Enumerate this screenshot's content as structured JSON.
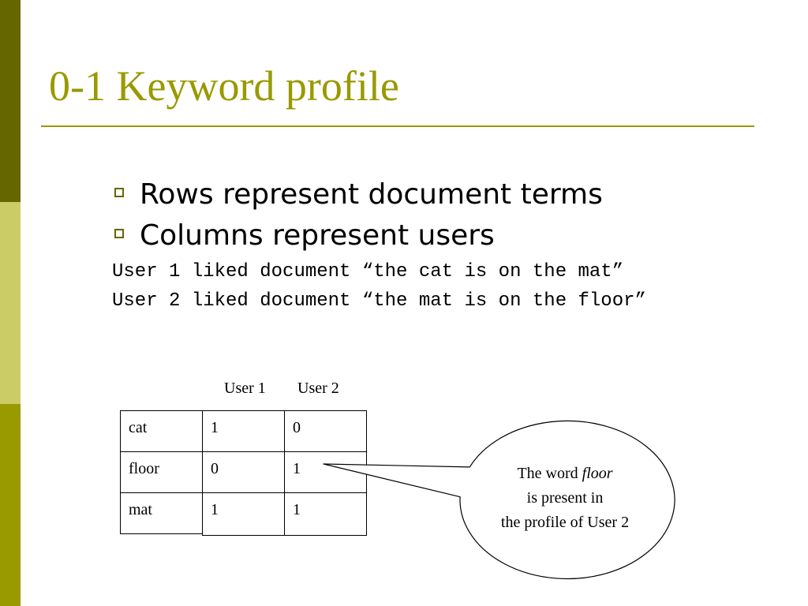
{
  "slide": {
    "title": "0-1 Keyword profile",
    "bullets": [
      "Rows represent document terms",
      "Columns represent users"
    ],
    "examples": [
      "User 1 liked document “the cat is on the mat”",
      "User 2 liked document “the mat is on the floor”"
    ]
  },
  "table": {
    "columns": [
      "User 1",
      "User 2"
    ],
    "rows": [
      {
        "term": "cat",
        "values": [
          "1",
          "0"
        ]
      },
      {
        "term": "floor",
        "values": [
          "0",
          "1"
        ]
      },
      {
        "term": "mat",
        "values": [
          "1",
          "1"
        ]
      }
    ]
  },
  "callout": {
    "line1_prefix": "The word ",
    "line1_emphasis": "floor",
    "line2": "is present in",
    "line3": "the profile of User 2"
  },
  "colors": {
    "accent": "#999900",
    "band_dark": "#666600",
    "band_light": "#cccc66"
  }
}
